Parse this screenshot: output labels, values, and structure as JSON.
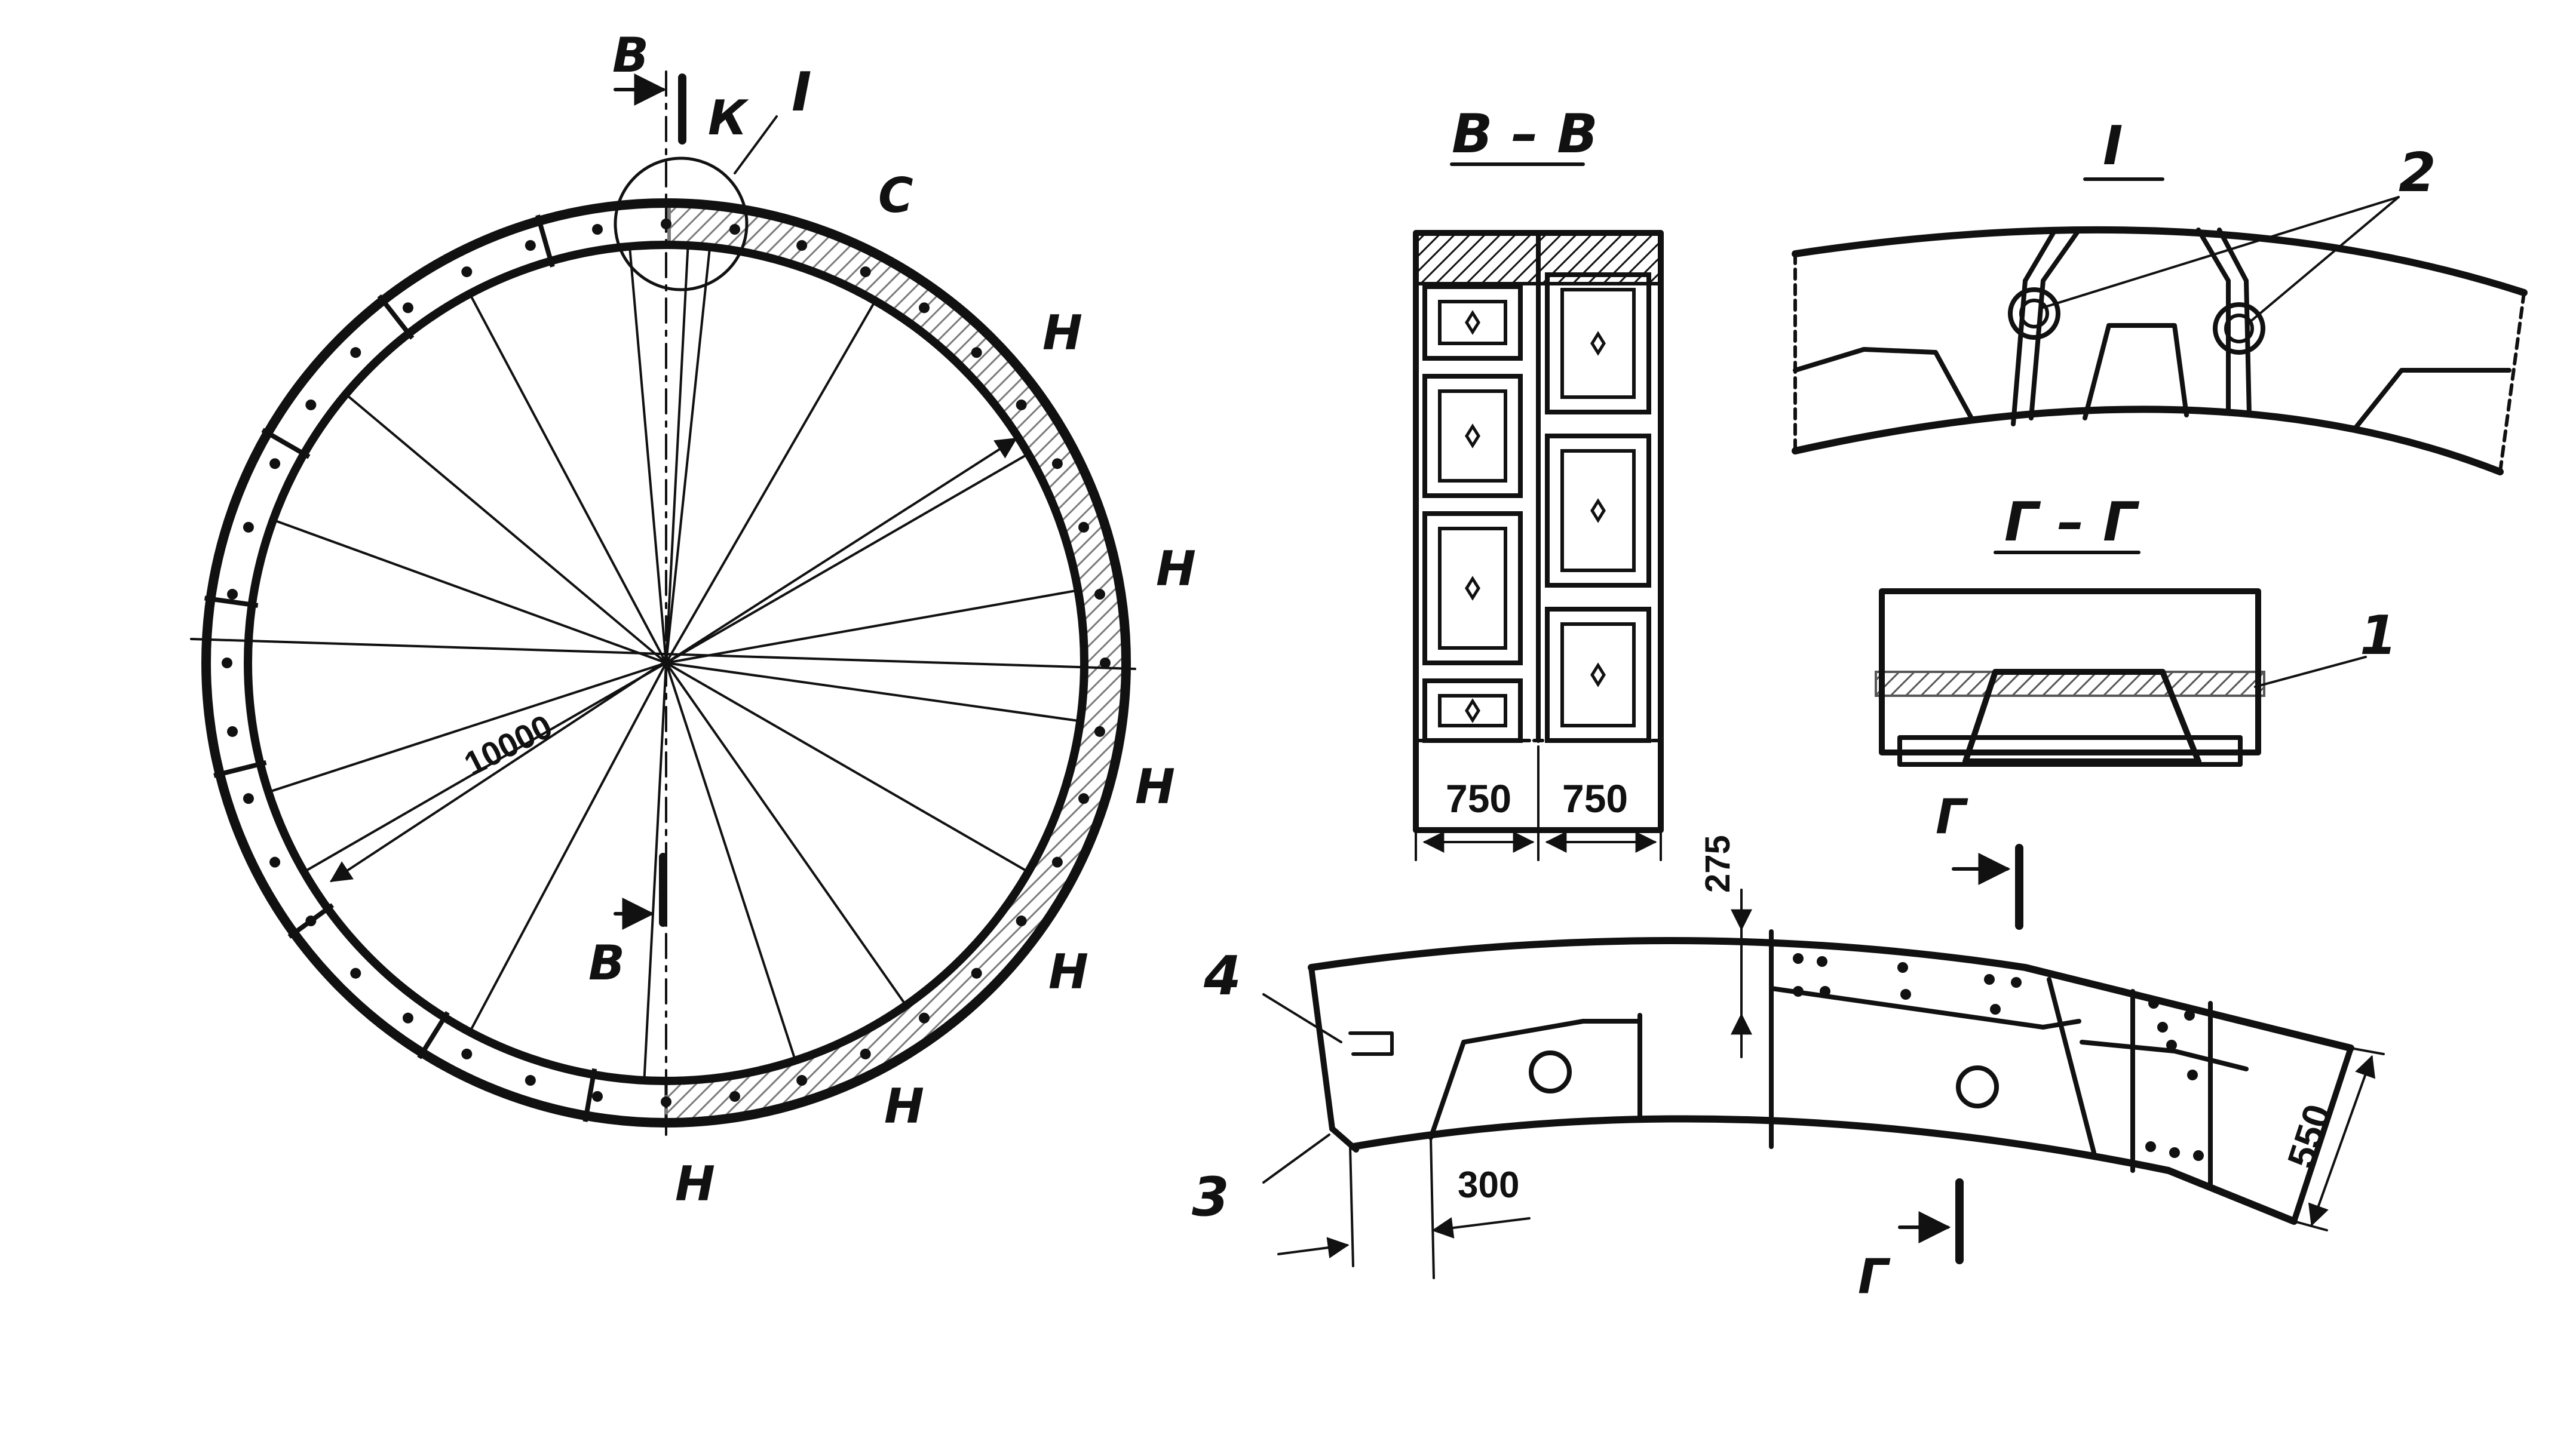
{
  "labels": {
    "main_section_mark_top": "В",
    "main_section_mark_bottom": "В",
    "key_block": "К",
    "detail_ref": "I",
    "segment_c": "С",
    "segment_h": "Н",
    "diameter": "10000",
    "section_vv_title": "В – В",
    "section_vv_width_left": "750",
    "section_vv_width_right": "750",
    "detail_title": "I",
    "detail_callout_2": "2",
    "section_gg_title": "Г – Г",
    "section_gg_callout_1": "1",
    "segment_dim_275": "275",
    "segment_dim_300": "300",
    "segment_dim_550": "550",
    "segment_callout_3": "3",
    "segment_callout_4": "4",
    "segment_section_mark_top": "Г",
    "segment_section_mark_bottom": "Г"
  }
}
